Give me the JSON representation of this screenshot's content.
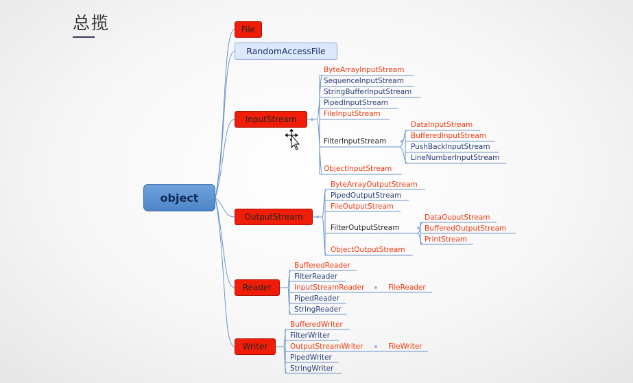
{
  "title": "总揽",
  "root": {
    "label": "object"
  },
  "categories": {
    "file": "File",
    "random_access_file": "RandomAccessFile",
    "input_stream": "InputStream",
    "output_stream": "OutputStream",
    "reader": "Reader",
    "writer": "Writer"
  },
  "input_stream_children": {
    "byte_array": "ByteArrayInputStream",
    "sequence": "SequenceInputStream",
    "string_buffer": "StringBufferInputStream",
    "piped": "PipedInputStream",
    "file": "FileInputStream",
    "filter": "FilterInputStream",
    "object": "ObjectInputStream"
  },
  "filter_input_children": {
    "data": "DataInputStream",
    "buffered": "BufferedInputStream",
    "pushback": "PushBackInputStream",
    "line_number": "LineNumberInputStream"
  },
  "output_stream_children": {
    "byte_array": "ByteArrayOutputStream",
    "piped": "PipedOutputStream",
    "file": "FileOutputStream",
    "filter": "FilterOutputStream",
    "object": "ObjectOutputStream"
  },
  "filter_output_children": {
    "data": "DataOuputStream",
    "buffered": "BufferedOutputStream",
    "print": "PrintStream"
  },
  "reader_children": {
    "buffered": "BufferedReader",
    "filter": "FilterReader",
    "input_stream_reader": "InputStreamReader",
    "piped": "PipedReader",
    "string": "StringReader"
  },
  "input_stream_reader_children": {
    "file": "FileReader"
  },
  "writer_children": {
    "buffered": "BufferedWriter",
    "filter": "FilterWriter",
    "output_stream_writer": "OutputStreamWriter",
    "piped": "PipedWriter",
    "string": "StringWriter"
  },
  "output_stream_writer_children": {
    "file": "FileWriter"
  },
  "colors": {
    "category_red": "#f01e08",
    "connector_blue": "#6b93c9",
    "leaf_red": "#ee3a10",
    "leaf_blue": "#2a3e78",
    "root_blue": "#5b93d3"
  },
  "icons": {
    "cursor": "move-cursor-icon"
  }
}
